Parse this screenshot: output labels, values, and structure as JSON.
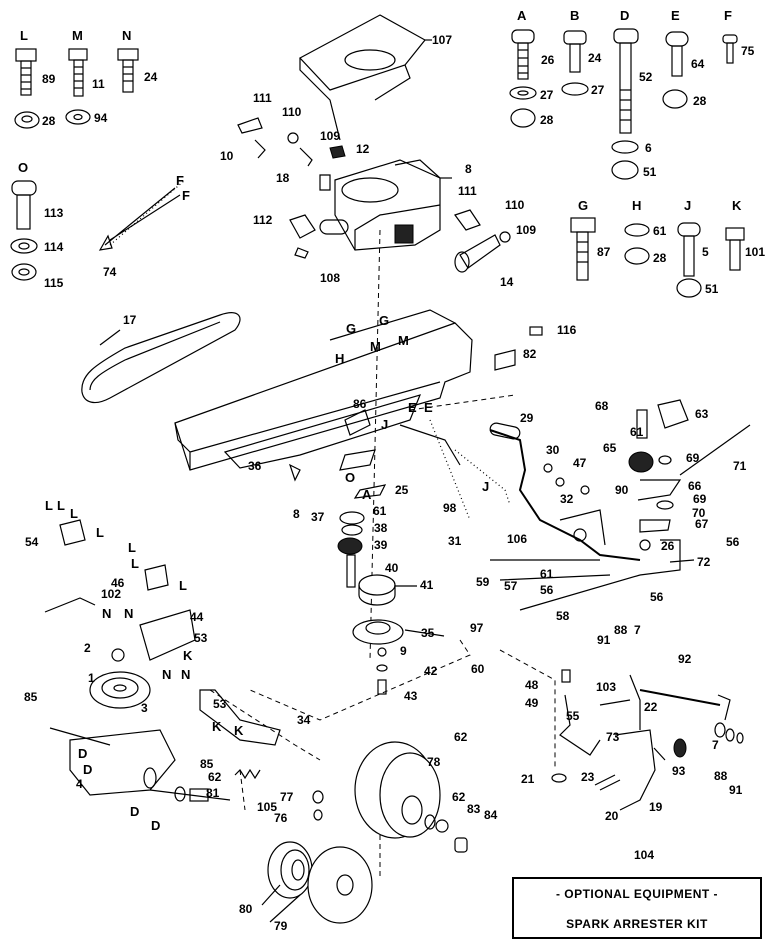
{
  "hardware": {
    "L": [
      "89",
      "28"
    ],
    "M": [
      "11",
      "94"
    ],
    "N": [
      "24"
    ],
    "O": [
      "113",
      "114",
      "115"
    ],
    "A": [
      "26",
      "27",
      "28"
    ],
    "B": [
      "24",
      "27"
    ],
    "D": [
      "52",
      "6",
      "51"
    ],
    "E": [
      "64",
      "28"
    ],
    "F": [
      "75"
    ],
    "G": [
      "87"
    ],
    "H": [
      "61",
      "28"
    ],
    "J": [
      "5",
      "51"
    ],
    "K": [
      "101"
    ]
  },
  "hardware_letters": [
    "L",
    "M",
    "N",
    "O",
    "A",
    "B",
    "D",
    "E",
    "F",
    "G",
    "H",
    "J",
    "K"
  ],
  "callouts": [
    "107",
    "111",
    "110",
    "109",
    "10",
    "12",
    "8",
    "18",
    "112",
    "108",
    "111",
    "110",
    "109",
    "14",
    "74",
    "F",
    "F",
    "17",
    "116",
    "82",
    "G",
    "H",
    "M",
    "G",
    "M",
    "86",
    "E",
    "E",
    "J",
    "29",
    "68",
    "63",
    "65",
    "61",
    "69",
    "71",
    "36",
    "30",
    "47",
    "90",
    "66",
    "69",
    "70",
    "O",
    "A",
    "25",
    "32",
    "67",
    "8",
    "37",
    "61",
    "98",
    "J",
    "38",
    "26",
    "56",
    "39",
    "31",
    "106",
    "61",
    "L",
    "L",
    "L",
    "L",
    "54",
    "40",
    "72",
    "59",
    "57",
    "L",
    "L",
    "L",
    "46",
    "102",
    "41",
    "56",
    "56",
    "N",
    "N",
    "44",
    "58",
    "35",
    "97",
    "91",
    "88",
    "7",
    "53",
    "2",
    "K",
    "9",
    "60",
    "92",
    "1",
    "N",
    "N",
    "42",
    "48",
    "85",
    "3",
    "53",
    "43",
    "103",
    "49",
    "K",
    "K",
    "34",
    "55",
    "22",
    "73",
    "D",
    "D",
    "85",
    "7",
    "4",
    "93",
    "62",
    "78",
    "62",
    "21",
    "23",
    "88",
    "81",
    "77",
    "D",
    "D",
    "105",
    "19",
    "91",
    "20",
    "76",
    "62",
    "83",
    "84",
    "104",
    "80",
    "79"
  ],
  "box": {
    "line1": "- OPTIONAL EQUIPMENT -",
    "line2": "SPARK ARRESTER KIT"
  }
}
